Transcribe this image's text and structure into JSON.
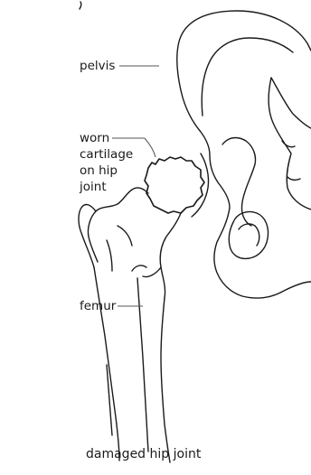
{
  "labels": {
    "pelvis": "pelvis",
    "worn_cartilage": [
      "worn",
      "cartilage",
      "on hip",
      "joint"
    ],
    "femur": "femur"
  },
  "caption": "damaged hip joint",
  "colors": {
    "ink": "#1a1a1a",
    "leader": "#555555",
    "background": "#ffffff"
  }
}
